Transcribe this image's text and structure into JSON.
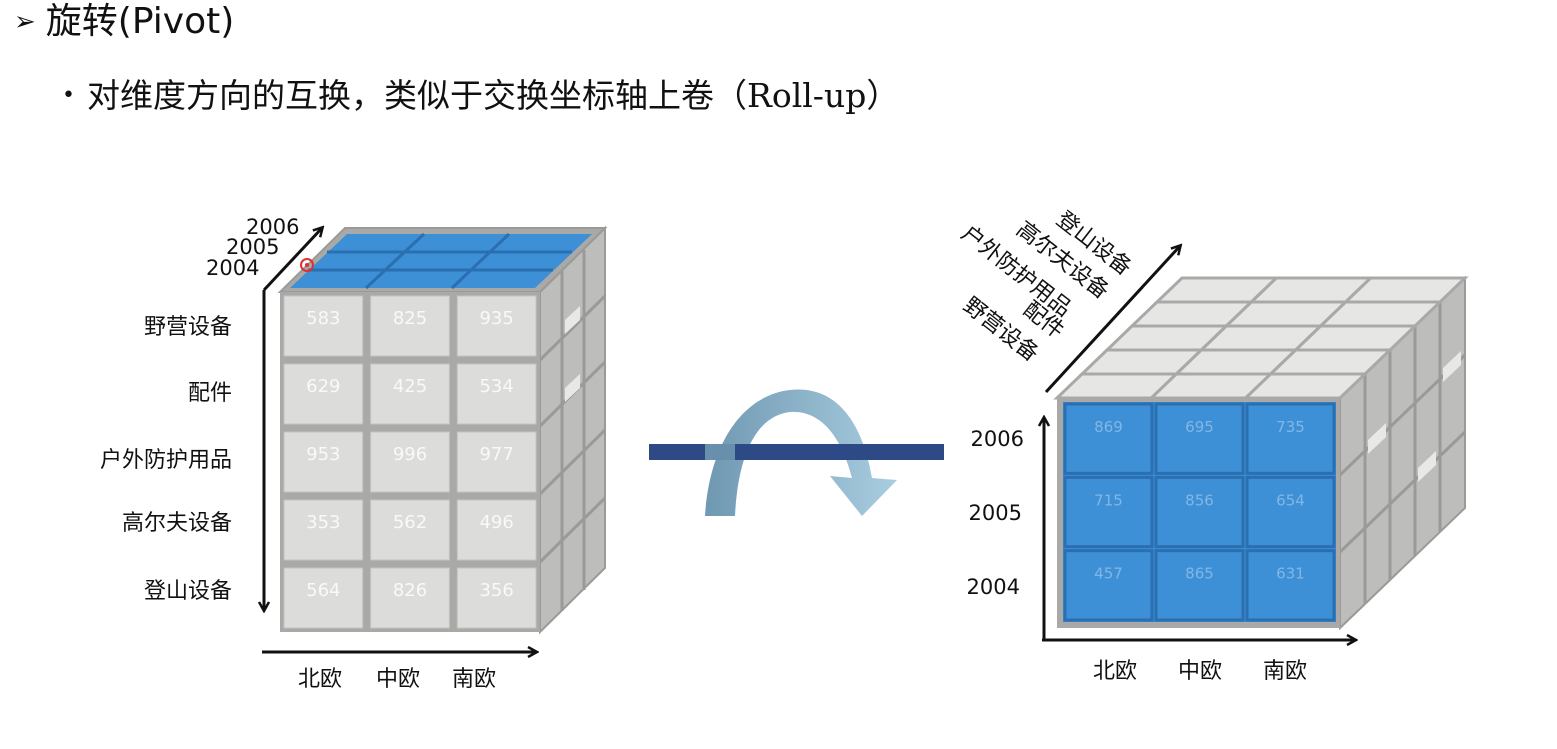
{
  "heading": {
    "marker": "➢",
    "text": "旋转(Pivot)"
  },
  "bullet": {
    "dot": "•",
    "text": "对维度方向的互换，类似于交换坐标轴上卷（Roll-up）"
  },
  "left_cube": {
    "year_labels": [
      "2006",
      "2005",
      "2004"
    ],
    "row_labels": [
      "野营设备",
      "配件",
      "户外防护用品",
      "高尔夫设备",
      "登山设备"
    ],
    "column_labels": [
      "北欧",
      "中欧",
      "南欧"
    ],
    "values": [
      [
        "583",
        "825",
        "935"
      ],
      [
        "629",
        "425",
        "534"
      ],
      [
        "953",
        "996",
        "977"
      ],
      [
        "353",
        "562",
        "496"
      ],
      [
        "564",
        "826",
        "356"
      ]
    ]
  },
  "right_cube": {
    "diagonal_labels": [
      "登山设备",
      "高尔夫设备",
      "户外防护用品",
      "配件",
      "野营设备"
    ],
    "year_labels": [
      "2006",
      "2005",
      "2004"
    ],
    "column_labels": [
      "北欧",
      "中欧",
      "南欧"
    ],
    "values": [
      [
        "869",
        "695",
        "735"
      ],
      [
        "715",
        "856",
        "654"
      ],
      [
        "457",
        "865",
        "631"
      ]
    ]
  },
  "colors": {
    "face_gray": "#d7d7d5",
    "frame_gray": "#a9a9a7",
    "blue": "#3d8fd6",
    "blue_dark": "#2a6fb0",
    "arrow": "#7aa7c4",
    "bar": "#2e4a86"
  }
}
